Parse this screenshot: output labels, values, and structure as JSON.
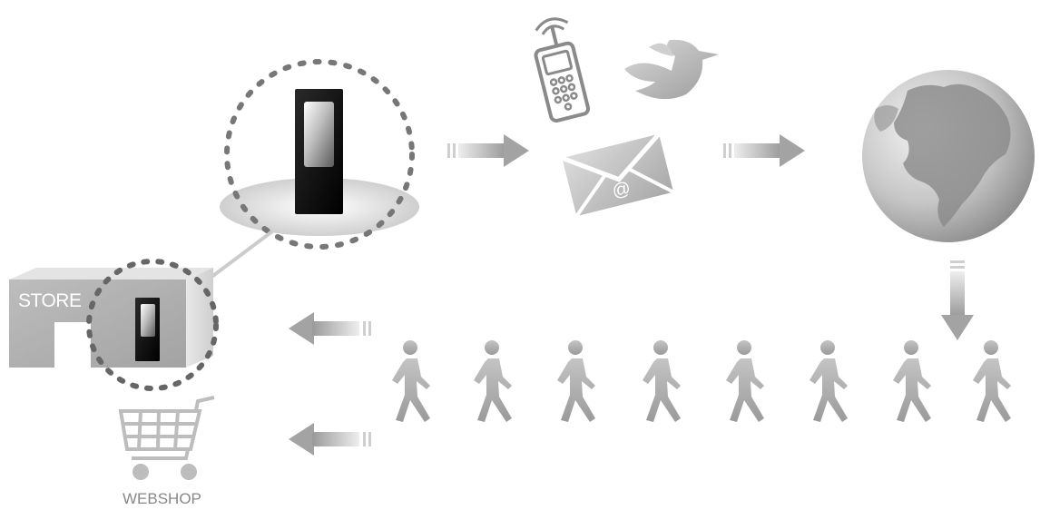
{
  "labels": {
    "store": "STORE",
    "webshop": "WEBSHOP"
  },
  "icons": [
    "usb-device-icon",
    "store-building-icon",
    "mobile-phone-icon",
    "twitter-bird-icon",
    "email-envelope-icon",
    "globe-icon",
    "walking-person-icon",
    "shopping-cart-icon",
    "arrow-icon"
  ],
  "people_count": 8,
  "colors": {
    "device": "#111111",
    "gray_dark": "#8c8c8c",
    "gray_light": "#d6d6d6"
  }
}
